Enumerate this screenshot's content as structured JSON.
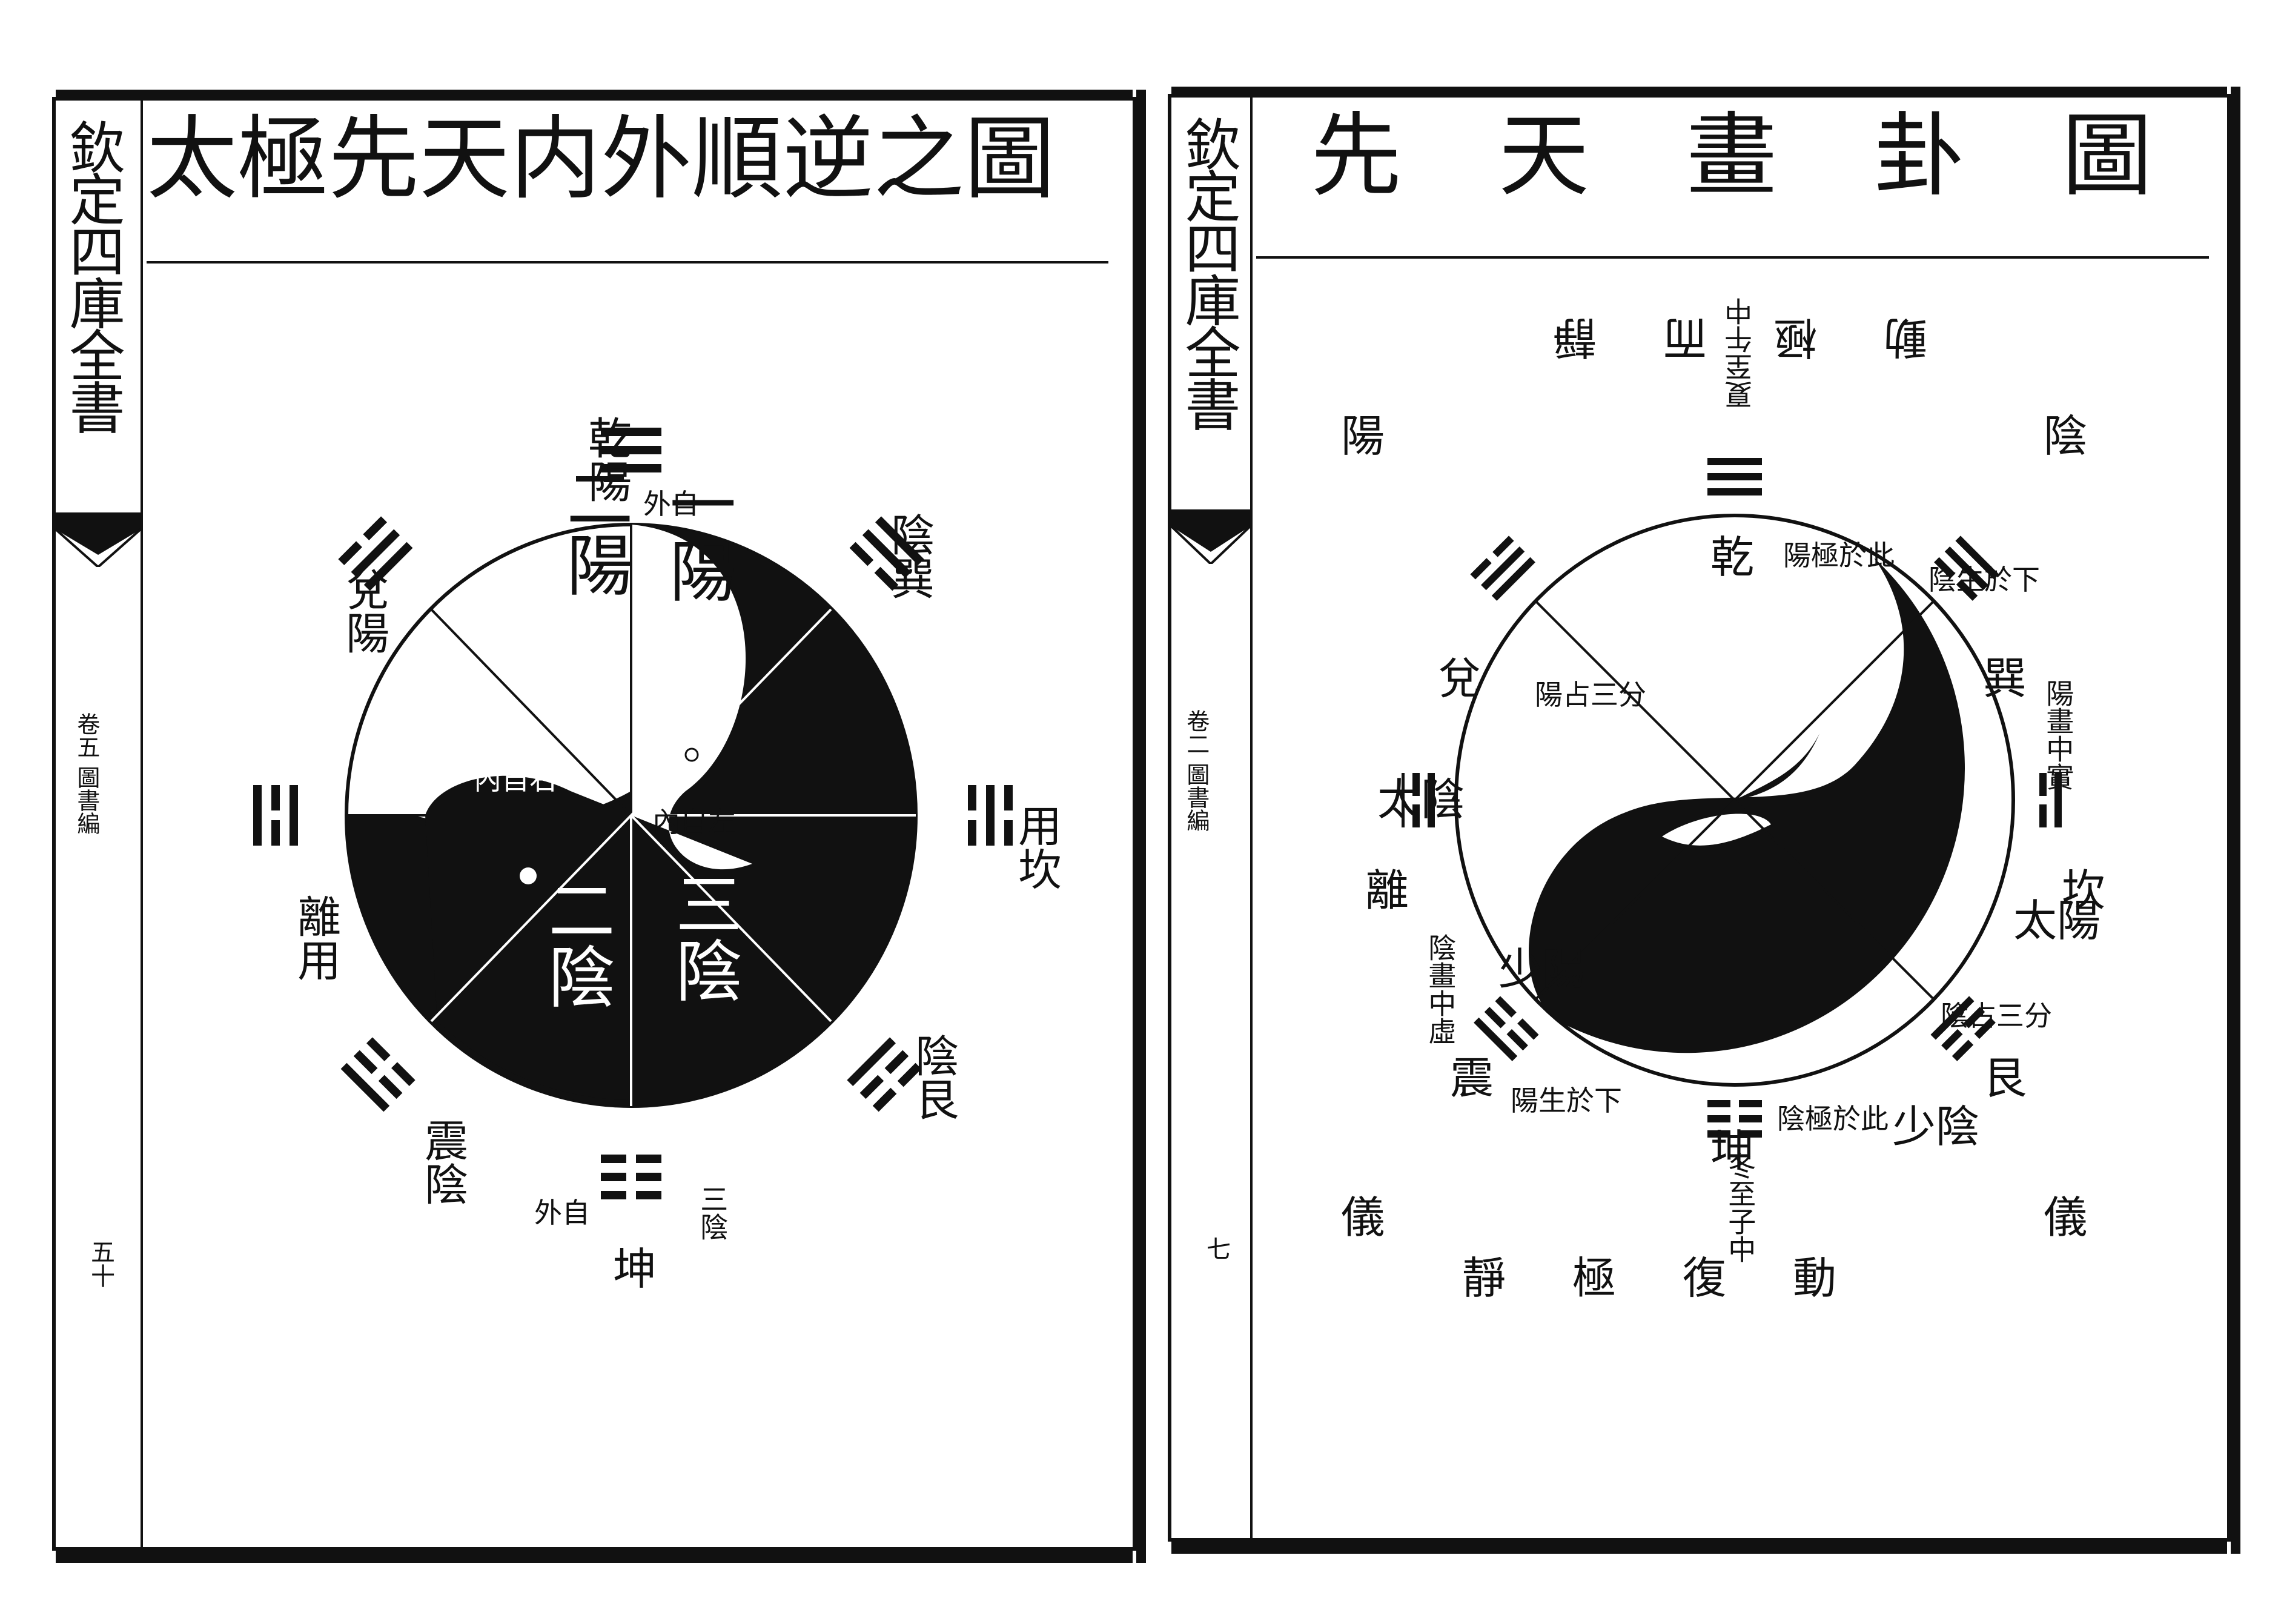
{
  "left_page": {
    "side_title": "欽定四庫全書",
    "side_meta": "卷五 圖書編",
    "side_page": "五十",
    "title": "太極先天内外順逆之圖",
    "ring_labels": {
      "qian": [
        "陽",
        "乾",
        "外自"
      ],
      "dui": [
        "兌",
        "陽"
      ],
      "li": [
        "離",
        "用"
      ],
      "zhen": [
        "震",
        "陰"
      ],
      "kun": [
        "坤",
        "外自",
        "三陰"
      ],
      "gen": [
        "艮",
        "陰"
      ],
      "kan": [
        "坎",
        "用"
      ],
      "xun": [
        "巽",
        "陰"
      ]
    },
    "inner": {
      "yang1": "一陽",
      "yang2": "二陽",
      "yin3": "三陰",
      "yin2": "二陰",
      "center_left": "內自右",
      "center_right": "內自左"
    }
  },
  "right_page": {
    "side_title": "欽定四庫全書",
    "side_meta": "卷二 圖書編",
    "side_page": "七",
    "title": "先天畫卦圖",
    "corners": {
      "top_left": "陽",
      "top_right": "陰",
      "bottom_left": "儀",
      "bottom_right": "儀"
    },
    "top_text": "動極而靜",
    "bottom_text": "靜極復動",
    "top_center": "夏至午中",
    "bottom_center": "冬至子中",
    "trigram_labels": {
      "qian": "乾",
      "dui": "兌",
      "li": "離",
      "zhen": "震",
      "kun": "坤",
      "gen": "艮",
      "kan": "坎",
      "xun": "巽"
    },
    "annotations": {
      "qian": "陽極於此",
      "dui": "陽占三分",
      "li": "陰畫中虛",
      "zhen": "陽生於下",
      "kun": "陰極於此",
      "gen": "陰占三分",
      "kan": "陽畫中實",
      "xun": "陰生於下",
      "tai_yang": "太陽",
      "shao_yin": "少陰",
      "shao_yang": "少陽",
      "tai_yin": "太陰"
    }
  }
}
